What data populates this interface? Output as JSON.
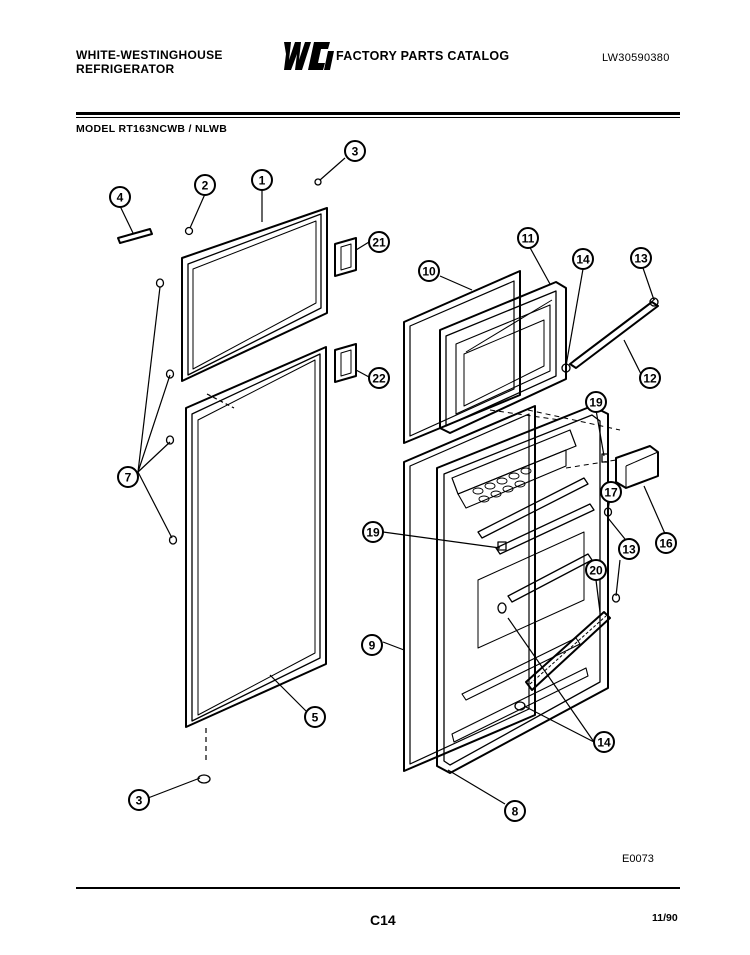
{
  "header": {
    "brand_line1": "WHITE-WESTINGHOUSE",
    "brand_line2": "REFRIGERATOR",
    "logo_text": "WCI",
    "catalog_title": "FACTORY PARTS CATALOG",
    "doc_number": "LW30590380"
  },
  "model_line": "MODEL RT163NCWB / NLWB",
  "callouts": [
    "1",
    "2",
    "3",
    "3",
    "4",
    "5",
    "7",
    "8",
    "9",
    "10",
    "11",
    "12",
    "13",
    "13",
    "14",
    "14",
    "16",
    "17",
    "19",
    "19",
    "20",
    "21",
    "22"
  ],
  "footer": {
    "figure_code": "E0073",
    "page": "C14",
    "date": "11/90"
  }
}
